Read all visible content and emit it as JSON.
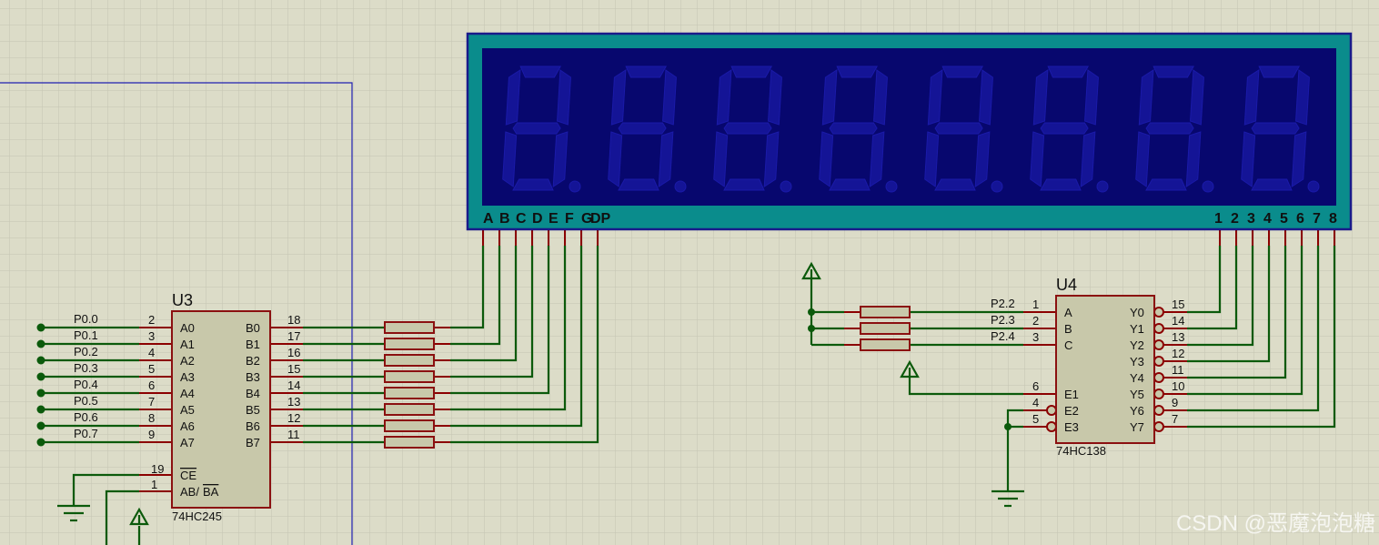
{
  "colors": {
    "background": "#dcdcc8",
    "grid": "#c4c4b2",
    "wire": "#0b5a0b",
    "pin": "#8b0000",
    "chip_body": "#c8c8aa",
    "chip_border": "#8b1010",
    "display_frame": "#0a8c8c",
    "display_screen": "#07076e",
    "segment_off": "#141496",
    "sheet_border": "#2020b0"
  },
  "u3": {
    "ref": "U3",
    "part": "74HC245",
    "left_pins": [
      {
        "net": "P0.0",
        "num": "2",
        "name": "A0"
      },
      {
        "net": "P0.1",
        "num": "3",
        "name": "A1"
      },
      {
        "net": "P0.2",
        "num": "4",
        "name": "A2"
      },
      {
        "net": "P0.3",
        "num": "5",
        "name": "A3"
      },
      {
        "net": "P0.4",
        "num": "6",
        "name": "A4"
      },
      {
        "net": "P0.5",
        "num": "7",
        "name": "A5"
      },
      {
        "net": "P0.6",
        "num": "8",
        "name": "A6"
      },
      {
        "net": "P0.7",
        "num": "9",
        "name": "A7"
      }
    ],
    "right_pins": [
      {
        "num": "18",
        "name": "B0"
      },
      {
        "num": "17",
        "name": "B1"
      },
      {
        "num": "16",
        "name": "B2"
      },
      {
        "num": "15",
        "name": "B3"
      },
      {
        "num": "14",
        "name": "B4"
      },
      {
        "num": "13",
        "name": "B5"
      },
      {
        "num": "12",
        "name": "B6"
      },
      {
        "num": "11",
        "name": "B7"
      }
    ],
    "ce_pin": {
      "num": "19",
      "name": "CE"
    },
    "dir_pin": {
      "num": "1",
      "name_a": "AB/",
      "name_b": "BA"
    }
  },
  "u4": {
    "ref": "U4",
    "part": "74HC138",
    "inputs": [
      {
        "net": "P2.2",
        "num": "1",
        "name": "A"
      },
      {
        "net": "P2.3",
        "num": "2",
        "name": "B"
      },
      {
        "net": "P2.4",
        "num": "3",
        "name": "C"
      }
    ],
    "enables": [
      {
        "num": "6",
        "name": "E1"
      },
      {
        "num": "4",
        "name": "E2"
      },
      {
        "num": "5",
        "name": "E3"
      }
    ],
    "outputs": [
      {
        "num": "15",
        "name": "Y0"
      },
      {
        "num": "14",
        "name": "Y1"
      },
      {
        "num": "13",
        "name": "Y2"
      },
      {
        "num": "12",
        "name": "Y3"
      },
      {
        "num": "11",
        "name": "Y4"
      },
      {
        "num": "10",
        "name": "Y5"
      },
      {
        "num": "9",
        "name": "Y6"
      },
      {
        "num": "7",
        "name": "Y7"
      }
    ]
  },
  "display": {
    "segment_labels": [
      "A",
      "B",
      "C",
      "D",
      "E",
      "F",
      "G",
      "DP"
    ],
    "digit_labels": [
      "1",
      "2",
      "3",
      "4",
      "5",
      "6",
      "7",
      "8"
    ],
    "digit_count": 8
  },
  "watermark": "CSDN @恶魔泡泡糖"
}
